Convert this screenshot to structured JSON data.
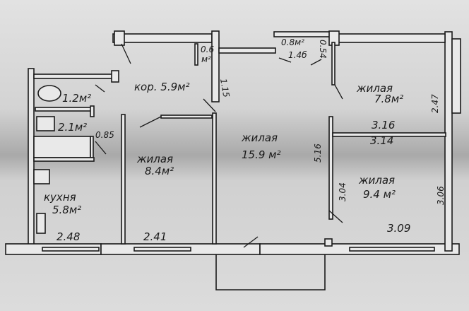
{
  "rooms": {
    "corridor": "кор. 5.9м²",
    "toilet": "1.2м²",
    "bathroom": "2.1м²",
    "kitchen_name": "кухня",
    "kitchen_area": "5.8м²",
    "room1_name": "жилая",
    "room1_area": "8.4м²",
    "room2_name": "жилая",
    "room2_area": "15.9 м²",
    "room3_name": "жилая",
    "room3_area": "7.8м²",
    "room4_name": "жилая",
    "room4_area": "9.4 м²",
    "closet1_area": "0.6",
    "closet1_unit": "м²",
    "closet2_area": "0.8м²",
    "closet2_dim": "1.4б"
  },
  "dimensions": {
    "bath_door": "0.85",
    "kitchen_width": "2.48",
    "room1_width": "2.41",
    "corridor_door": "1.15",
    "closet2_side": "0.54",
    "room3_side": "2.47",
    "room3_bottom": "3.16",
    "room4_top": "3.14",
    "room2_depth": "5.16",
    "room4_left": "3.04",
    "room4_right": "3.06",
    "room4_bottom": "3.09"
  }
}
